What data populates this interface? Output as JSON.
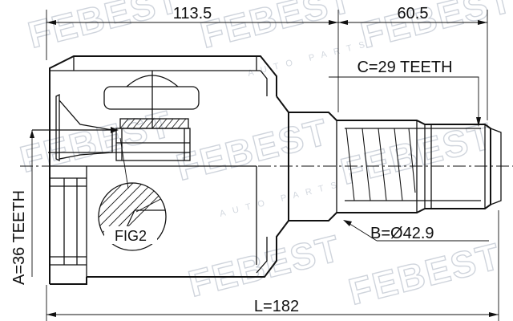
{
  "drawing": {
    "dimensions": {
      "housing_length": "113.5",
      "spline_length": "60.5",
      "total_length": "L=182",
      "outer_teeth": "C=29 TEETH",
      "inner_teeth": "A=36 TEETH",
      "shaft_diameter": "B=Ø42.9"
    },
    "callout": "FIG2"
  },
  "watermark": {
    "brand": "FEBEST",
    "sub": "AUTO PARTS"
  },
  "colors": {
    "line": "#111111",
    "watermark": "#cfd4dc"
  }
}
